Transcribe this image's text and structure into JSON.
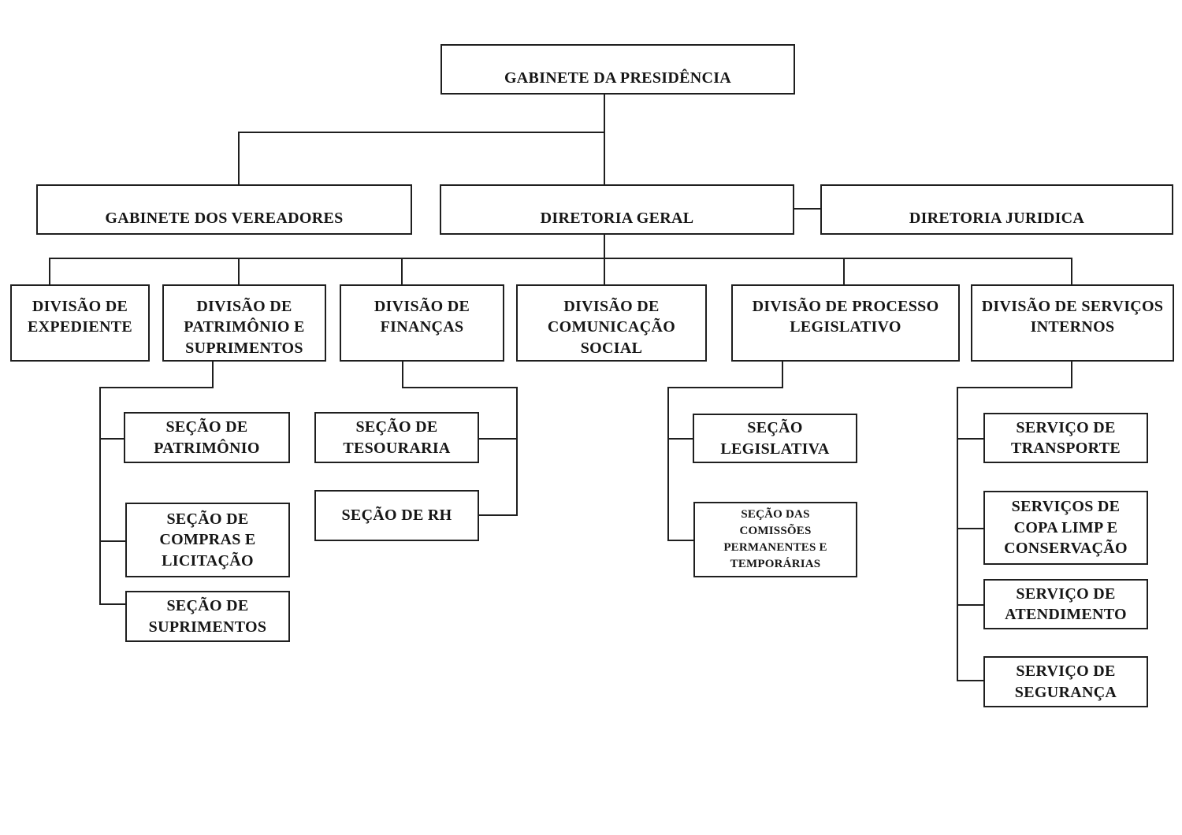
{
  "orgchart": {
    "root": {
      "label": "GABINETE DA PRESIDÊNCIA"
    },
    "level2": [
      {
        "label": "GABINETE DOS VEREADORES"
      },
      {
        "label": "DIRETORIA GERAL"
      },
      {
        "label": "DIRETORIA JURIDICA"
      }
    ],
    "divisions": [
      {
        "label": "DIVISÃO DE EXPEDIENTE",
        "sections": []
      },
      {
        "label": "DIVISÃO DE PATRIMÔNIO E SUPRIMENTOS",
        "sections": [
          {
            "label": "SEÇÃO DE PATRIMÔNIO"
          },
          {
            "label": "SEÇÃO DE COMPRAS E LICITAÇÃO"
          },
          {
            "label": "SEÇÃO DE SUPRIMENTOS"
          }
        ]
      },
      {
        "label": "DIVISÃO DE FINANÇAS",
        "sections": [
          {
            "label": "SEÇÃO DE TESOURARIA"
          },
          {
            "label": "SEÇÃO DE RH"
          }
        ]
      },
      {
        "label": "DIVISÃO DE COMUNICAÇÃO SOCIAL",
        "sections": []
      },
      {
        "label": "DIVISÃO DE PROCESSO LEGISLATIVO",
        "sections": [
          {
            "label": "SEÇÃO LEGISLATIVA"
          },
          {
            "label": "SEÇÃO DAS COMISSÕES PERMANENTES E TEMPORÁRIAS"
          }
        ]
      },
      {
        "label": "DIVISÃO DE SERVIÇOS INTERNOS",
        "sections": [
          {
            "label": "SERVIÇO DE TRANSPORTE"
          },
          {
            "label": "SERVIÇOS DE COPA LIMP E CONSERVAÇÃO"
          },
          {
            "label": "SERVIÇO DE ATENDIMENTO"
          },
          {
            "label": "SERVIÇO DE SEGURANÇA"
          }
        ]
      }
    ]
  },
  "colors": {
    "background": "#ffffff",
    "box_border": "#1f1f1f",
    "line": "#1f1f1f",
    "text": "#161616"
  }
}
